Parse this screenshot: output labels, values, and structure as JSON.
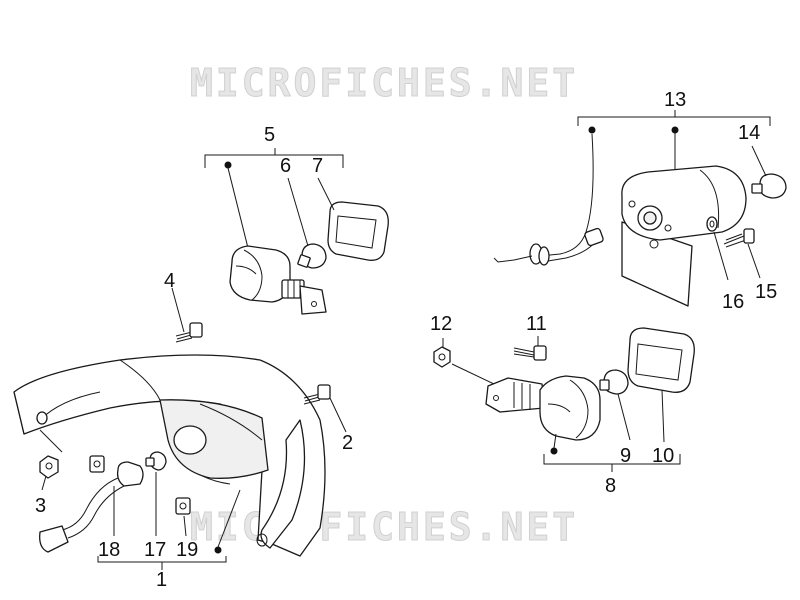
{
  "watermark": {
    "top": "MICROFICHES.NET",
    "bottom": "MICROFICHES.NET"
  },
  "callouts": {
    "c1": "1",
    "c2": "2",
    "c3": "3",
    "c4": "4",
    "c5": "5",
    "c6": "6",
    "c7": "7",
    "c8": "8",
    "c9": "9",
    "c10": "10",
    "c11": "11",
    "c12": "12",
    "c13": "13",
    "c14": "14",
    "c15": "15",
    "c16": "16",
    "c17": "17",
    "c18": "18",
    "c19": "19"
  }
}
